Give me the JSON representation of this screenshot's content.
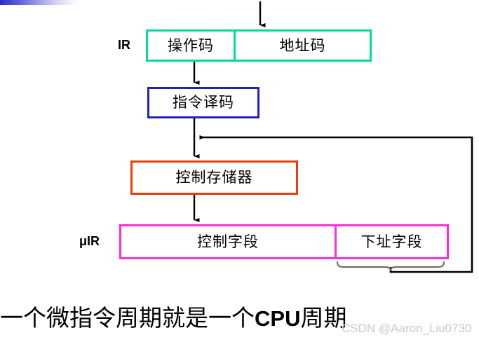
{
  "diagram": {
    "title_caption_prefix": "一个微指令周期就是一个",
    "title_caption_bold": "CPU",
    "title_caption_suffix": "周期",
    "labels": {
      "ir": "IR",
      "uir": "μIR"
    },
    "boxes": {
      "ir_opcode": "操作码",
      "ir_address": "地址码",
      "decoder": "指令译码",
      "control_store": "控制存储器",
      "uir_control_field": "控制字段",
      "uir_next_address_field": "下址字段"
    },
    "colors": {
      "ir_border": "#00d99a",
      "decoder_border": "#2222bb",
      "control_store_border": "#f03c0a",
      "uir_border": "#ff2dd4",
      "wire": "#000000",
      "brace": "#6e6e6e",
      "accent_gradient_start": "#2b2bc4",
      "watermark": "#c9c9c9"
    }
  },
  "watermark": {
    "text": "CSDN @Aaron_Liu0730"
  }
}
